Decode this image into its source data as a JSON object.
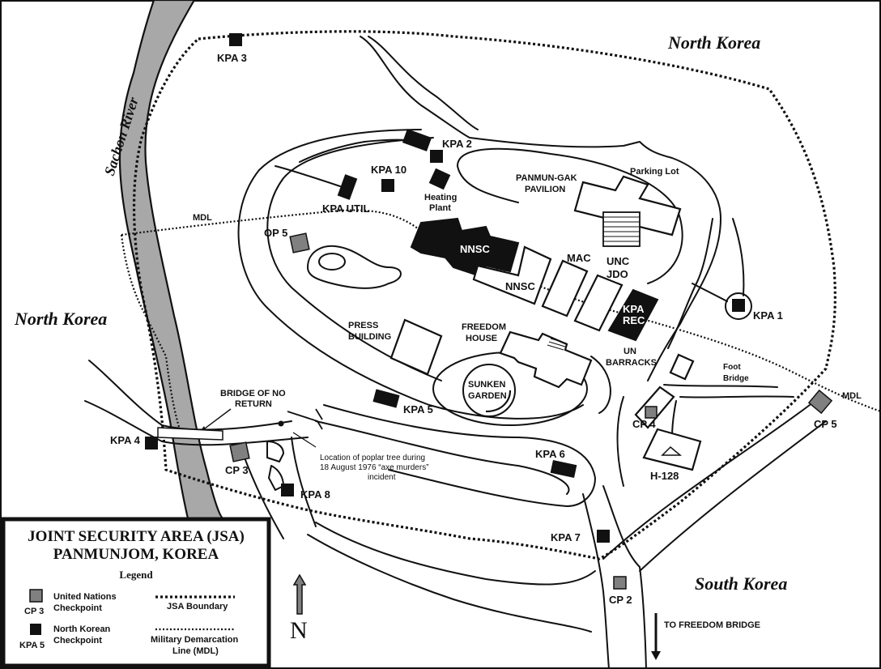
{
  "regions": {
    "north_korea_top": "North Korea",
    "north_korea_left": "North Korea",
    "south_korea": "South Korea"
  },
  "river": {
    "name": "Sachon River"
  },
  "lines": {
    "mdl": "MDL",
    "mdl_right": "MDL"
  },
  "buildings": {
    "panmungak": "PANMUN-GAK PAVILION",
    "panmungak_line1": "PANMUN-GAK",
    "panmungak_line2": "PAVILION",
    "parking_lot": "Parking Lot",
    "heating_plant_line1": "Heating",
    "heating_plant_line2": "Plant",
    "nnsc_black": "NNSC",
    "nnsc_white": "NNSC",
    "mac": "MAC",
    "unc_jdo_line1": "UNC",
    "unc_jdo_line2": "JDO",
    "kpa_rec_line1": "KPA",
    "kpa_rec_line2": "REC",
    "press_line1": "PRESS",
    "press_line2": "BUILDING",
    "freedom_line1": "FREEDOM",
    "freedom_line2": "HOUSE",
    "sunken_line1": "SUNKEN",
    "sunken_line2": "GARDEN",
    "un_barracks_line1": "UN",
    "un_barracks_line2": "BARRACKS",
    "foot_bridge_line1": "Foot",
    "foot_bridge_line2": "Bridge",
    "h128": "H-128",
    "bridge_line1": "BRIDGE OF NO",
    "bridge_line2": "RETURN",
    "kpa_util": "KPA UTIL"
  },
  "checkpoints": {
    "kpa1": "KPA 1",
    "kpa2": "KPA 2",
    "kpa3": "KPA 3",
    "kpa4": "KPA 4",
    "kpa5": "KPA 5",
    "kpa6": "KPA 6",
    "kpa7": "KPA 7",
    "kpa8": "KPA 8",
    "kpa10": "KPA 10",
    "cp2": "CP 2",
    "cp3": "CP 3",
    "cp4": "CP 4",
    "cp5": "CP 5",
    "op5": "OP 5"
  },
  "annotations": {
    "poplar_line1": "Location of poplar tree during",
    "poplar_line2": "18 August 1976 “axe murders”",
    "poplar_line3": "incident",
    "to_freedom_bridge": "TO FREEDOM BRIDGE"
  },
  "title_box": {
    "line1": "JOINT SECURITY AREA (JSA)",
    "line2": "PANMUNJOM, KOREA",
    "legend": "Legend",
    "un_cp_line1": "United Nations",
    "un_cp_line2": "Checkpoint",
    "un_cp_example": "CP 3",
    "nk_cp_line1": "North Korean",
    "nk_cp_line2": "Checkpoint",
    "nk_cp_example": "KPA 5",
    "jsa_boundary": "JSA Boundary",
    "mdl_line1": "Military Demarcation",
    "mdl_line2": "Line (MDL)"
  },
  "compass": {
    "north": "N"
  },
  "colors": {
    "un_checkpoint": "#808080",
    "nk_checkpoint": "#111111",
    "river": "#a8a8a8",
    "ink": "#111111"
  }
}
